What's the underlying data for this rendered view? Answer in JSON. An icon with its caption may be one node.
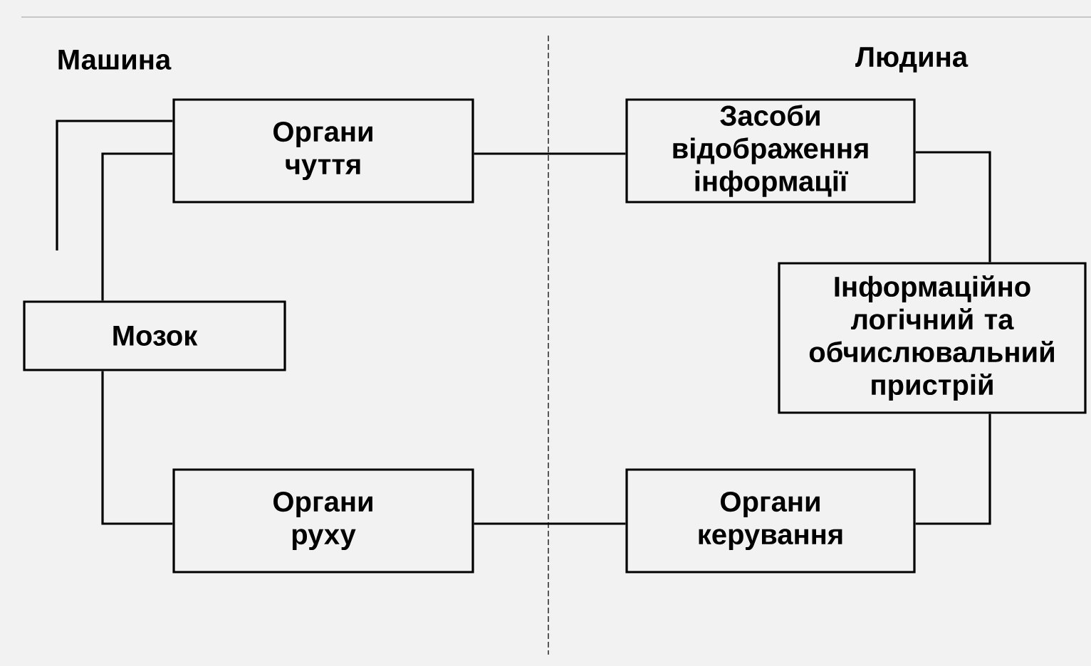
{
  "diagram": {
    "nodes": [
      {
        "text": [
          "Органи чуття"
        ]
      },
      {
        "text": [
          "Засоби відображення інформації"
        ]
      },
      {
        "text": [
          "Мозок"
        ]
      },
      {
        "text": [
          "Інформаційно логічний та обчислювальний пристрій"
        ]
      },
      {
        "text": [
          "Органи руху"
        ]
      },
      {
        "text": [
          "Органи керування"
        ]
      }
    ],
    "edges": [
      {
        "from": 0,
        "to": null,
        "arrow": "none"
      },
      {
        "from": 0,
        "to": 2,
        "arrow": "none"
      },
      {
        "from": 0,
        "to": 1,
        "arrow": "none"
      },
      {
        "from": 1,
        "to": 3,
        "arrow": "none"
      },
      {
        "from": 2,
        "to": 4,
        "arrow": "none"
      },
      {
        "from": 3,
        "to": 5,
        "arrow": "none"
      },
      {
        "from": 4,
        "to": 5,
        "arrow": "none"
      }
    ],
    "labels": [
      "Машина",
      "Людина"
    ]
  }
}
